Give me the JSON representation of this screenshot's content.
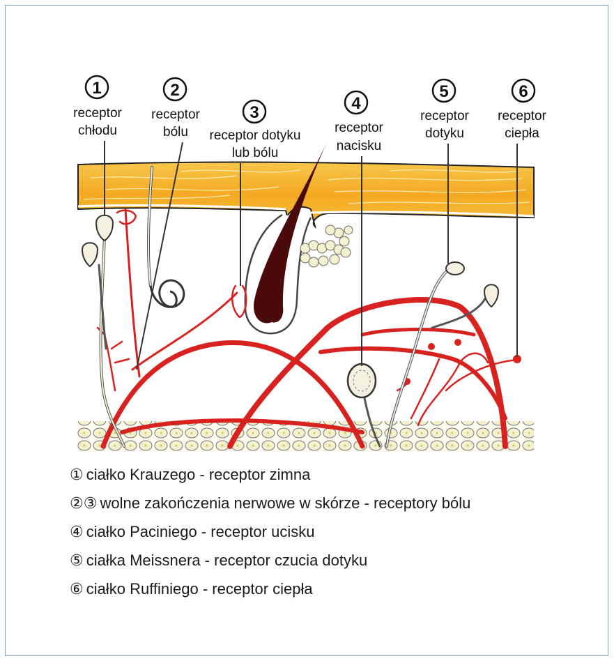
{
  "receptors": [
    {
      "num": "1",
      "line1": "receptor",
      "line2": "chłodu"
    },
    {
      "num": "2",
      "line1": "receptor",
      "line2": "bólu"
    },
    {
      "num": "3",
      "line1": "receptor dotyku",
      "line2": "lub bólu"
    },
    {
      "num": "4",
      "line1": "receptor",
      "line2": "nacisku"
    },
    {
      "num": "5",
      "line1": "receptor",
      "line2": "dotyku"
    },
    {
      "num": "6",
      "line1": "receptor",
      "line2": "ciepła"
    }
  ],
  "legend": [
    {
      "nums": "①",
      "text": "ciałko Krauzego - receptor zimna"
    },
    {
      "nums": "②③",
      "text": "wolne zakończenia nerwowe w skórze - receptory bólu"
    },
    {
      "nums": "④",
      "text": "ciałko Paciniego - receptor ucisku"
    },
    {
      "nums": "⑤",
      "text": "ciałka Meissnera - receptor czucia dotyku"
    },
    {
      "nums": "⑥",
      "text": "ciałko Ruffiniego - receptor ciepła"
    }
  ],
  "colors": {
    "epidermis": "#f6b733",
    "vessel": "#d8221f",
    "hair": "#4a0a0a",
    "frame": "#7a9fb8",
    "fat": "#f3f0d2"
  }
}
